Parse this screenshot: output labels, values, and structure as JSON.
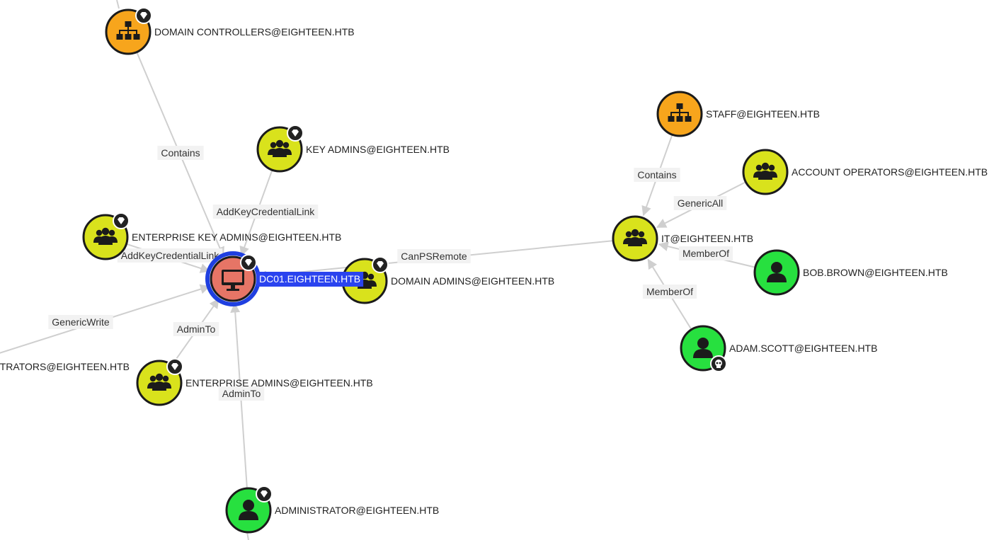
{
  "colors": {
    "group": "#d9e21c",
    "user": "#27e03f",
    "ou": "#f7a51c",
    "computer": "#e67566",
    "selected_ring": "#1f3fe0",
    "selected_label_bg": "#2a43ef",
    "edge": "#cfcfcf",
    "edge_label_bg": "#f2f2f2"
  },
  "nodes": [
    {
      "id": "domain_controllers",
      "label": "DOMAIN CONTROLLERS@EIGHTEEN.HTB",
      "kind": "ou",
      "icon": "sitemap-icon",
      "badge": "gem-icon"
    },
    {
      "id": "key_admins",
      "label": "KEY ADMINS@EIGHTEEN.HTB",
      "kind": "group",
      "icon": "users-icon",
      "badge": "gem-icon"
    },
    {
      "id": "enterprise_key_admins",
      "label": "ENTERPRISE KEY ADMINS@EIGHTEEN.HTB",
      "kind": "group",
      "icon": "users-icon",
      "badge": "gem-icon"
    },
    {
      "id": "domain_admins",
      "label": "DOMAIN ADMINS@EIGHTEEN.HTB",
      "kind": "group",
      "icon": "users-icon",
      "badge": "gem-icon"
    },
    {
      "id": "dc01",
      "label": "DC01.EIGHTEEN.HTB",
      "kind": "computer",
      "icon": "desktop-icon",
      "badge": "gem-icon",
      "selected": true
    },
    {
      "id": "administrators",
      "label": "TRATORS@EIGHTEEN.HTB",
      "kind": "group",
      "icon": "users-icon",
      "badge": ""
    },
    {
      "id": "enterprise_admins",
      "label": "ENTERPRISE ADMINS@EIGHTEEN.HTB",
      "kind": "group",
      "icon": "users-icon",
      "badge": "gem-icon"
    },
    {
      "id": "administrator",
      "label": "ADMINISTRATOR@EIGHTEEN.HTB",
      "kind": "user",
      "icon": "user-icon",
      "badge": "gem-icon"
    },
    {
      "id": "staff",
      "label": "STAFF@EIGHTEEN.HTB",
      "kind": "ou",
      "icon": "sitemap-icon",
      "badge": ""
    },
    {
      "id": "account_operators",
      "label": "ACCOUNT OPERATORS@EIGHTEEN.HTB",
      "kind": "group",
      "icon": "users-icon",
      "badge": ""
    },
    {
      "id": "it",
      "label": "IT@EIGHTEEN.HTB",
      "kind": "group",
      "icon": "users-icon",
      "badge": ""
    },
    {
      "id": "bob_brown",
      "label": "BOB.BROWN@EIGHTEEN.HTB",
      "kind": "user",
      "icon": "user-icon",
      "badge": ""
    },
    {
      "id": "adam_scott",
      "label": "ADAM.SCOTT@EIGHTEEN.HTB",
      "kind": "user",
      "icon": "user-icon",
      "badge": "skull-icon"
    }
  ],
  "edges": [
    {
      "from": "domain_controllers",
      "to": "dc01",
      "label": "Contains"
    },
    {
      "from": "key_admins",
      "to": "dc01",
      "label": "AddKeyCredentialLink"
    },
    {
      "from": "enterprise_key_admins",
      "to": "dc01",
      "label": "AddKeyCredentialLink"
    },
    {
      "from": "administrators",
      "to": "dc01",
      "label": "GenericWrite"
    },
    {
      "from": "enterprise_admins",
      "to": "dc01",
      "label": "AdminTo"
    },
    {
      "from": "administrator",
      "to": "dc01",
      "label": "AdminTo"
    },
    {
      "from": "it",
      "to": "dc01",
      "label": "CanPSRemote"
    },
    {
      "from": "staff",
      "to": "it",
      "label": "Contains"
    },
    {
      "from": "account_operators",
      "to": "it",
      "label": "GenericAll"
    },
    {
      "from": "bob_brown",
      "to": "it",
      "label": "MemberOf"
    },
    {
      "from": "adam_scott",
      "to": "it",
      "label": "MemberOf"
    }
  ]
}
